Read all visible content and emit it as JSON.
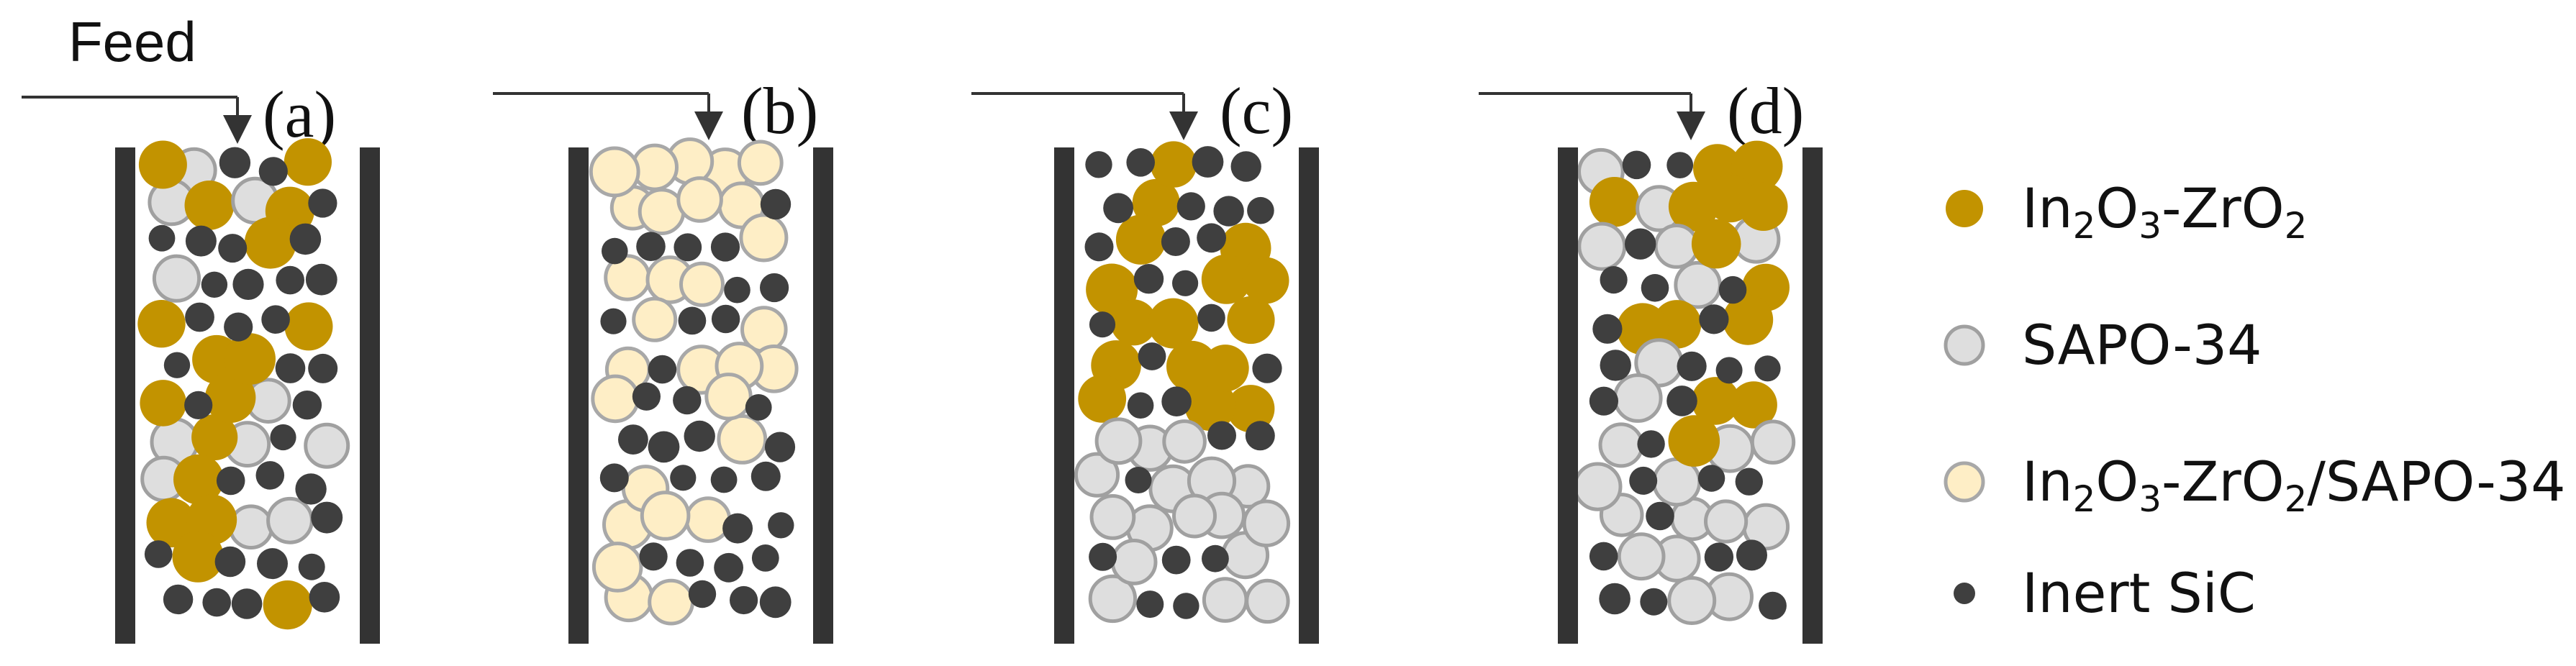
{
  "feed_label": "Feed",
  "panels": [
    {
      "label": "(a)",
      "arrangement": "physically mixed In2O3-ZrO2 + SAPO-34 + SiC"
    },
    {
      "label": "(b)",
      "arrangement": "composite In2O3-ZrO2/SAPO-34 + SiC"
    },
    {
      "label": "(c)",
      "arrangement": "dual bed: In2O3-ZrO2 top, SAPO-34 bottom"
    },
    {
      "label": "(d)",
      "arrangement": "partially mixed dual bed"
    }
  ],
  "legend": [
    {
      "key": "inzr",
      "parts": [
        [
          "In",
          "n"
        ],
        [
          "2",
          "s"
        ],
        [
          "O",
          "n"
        ],
        [
          "3",
          "s"
        ],
        [
          "-ZrO",
          "n"
        ],
        [
          "2",
          "s"
        ]
      ],
      "fill": "#C29300",
      "stroke": "#C29300",
      "r": 26
    },
    {
      "key": "sapo",
      "parts": [
        [
          "SAPO-34",
          "n"
        ]
      ],
      "fill": "#DEDEDE",
      "stroke": "#A0A0A0",
      "r": 26
    },
    {
      "key": "comp",
      "parts": [
        [
          "In",
          "n"
        ],
        [
          "2",
          "s"
        ],
        [
          "O",
          "n"
        ],
        [
          "3",
          "s"
        ],
        [
          "-ZrO",
          "n"
        ],
        [
          "2",
          "s"
        ],
        [
          "/SAPO-34",
          "n"
        ]
      ],
      "fill": "#FEEEC6",
      "stroke": "#A8A8A8",
      "r": 26
    },
    {
      "key": "sic",
      "parts": [
        [
          "Inert SiC",
          "n"
        ]
      ],
      "fill": "#3F3F3F",
      "stroke": "#3F3F3F",
      "r": 15
    }
  ],
  "colors": {
    "wall": "#333333",
    "inzr": "#C29300",
    "sapo": "#DEDEDE",
    "sapo_stroke": "#A0A0A0",
    "comp": "#FEEEC6",
    "comp_stroke": "#A8A8A8",
    "sic": "#3F3F3F"
  }
}
